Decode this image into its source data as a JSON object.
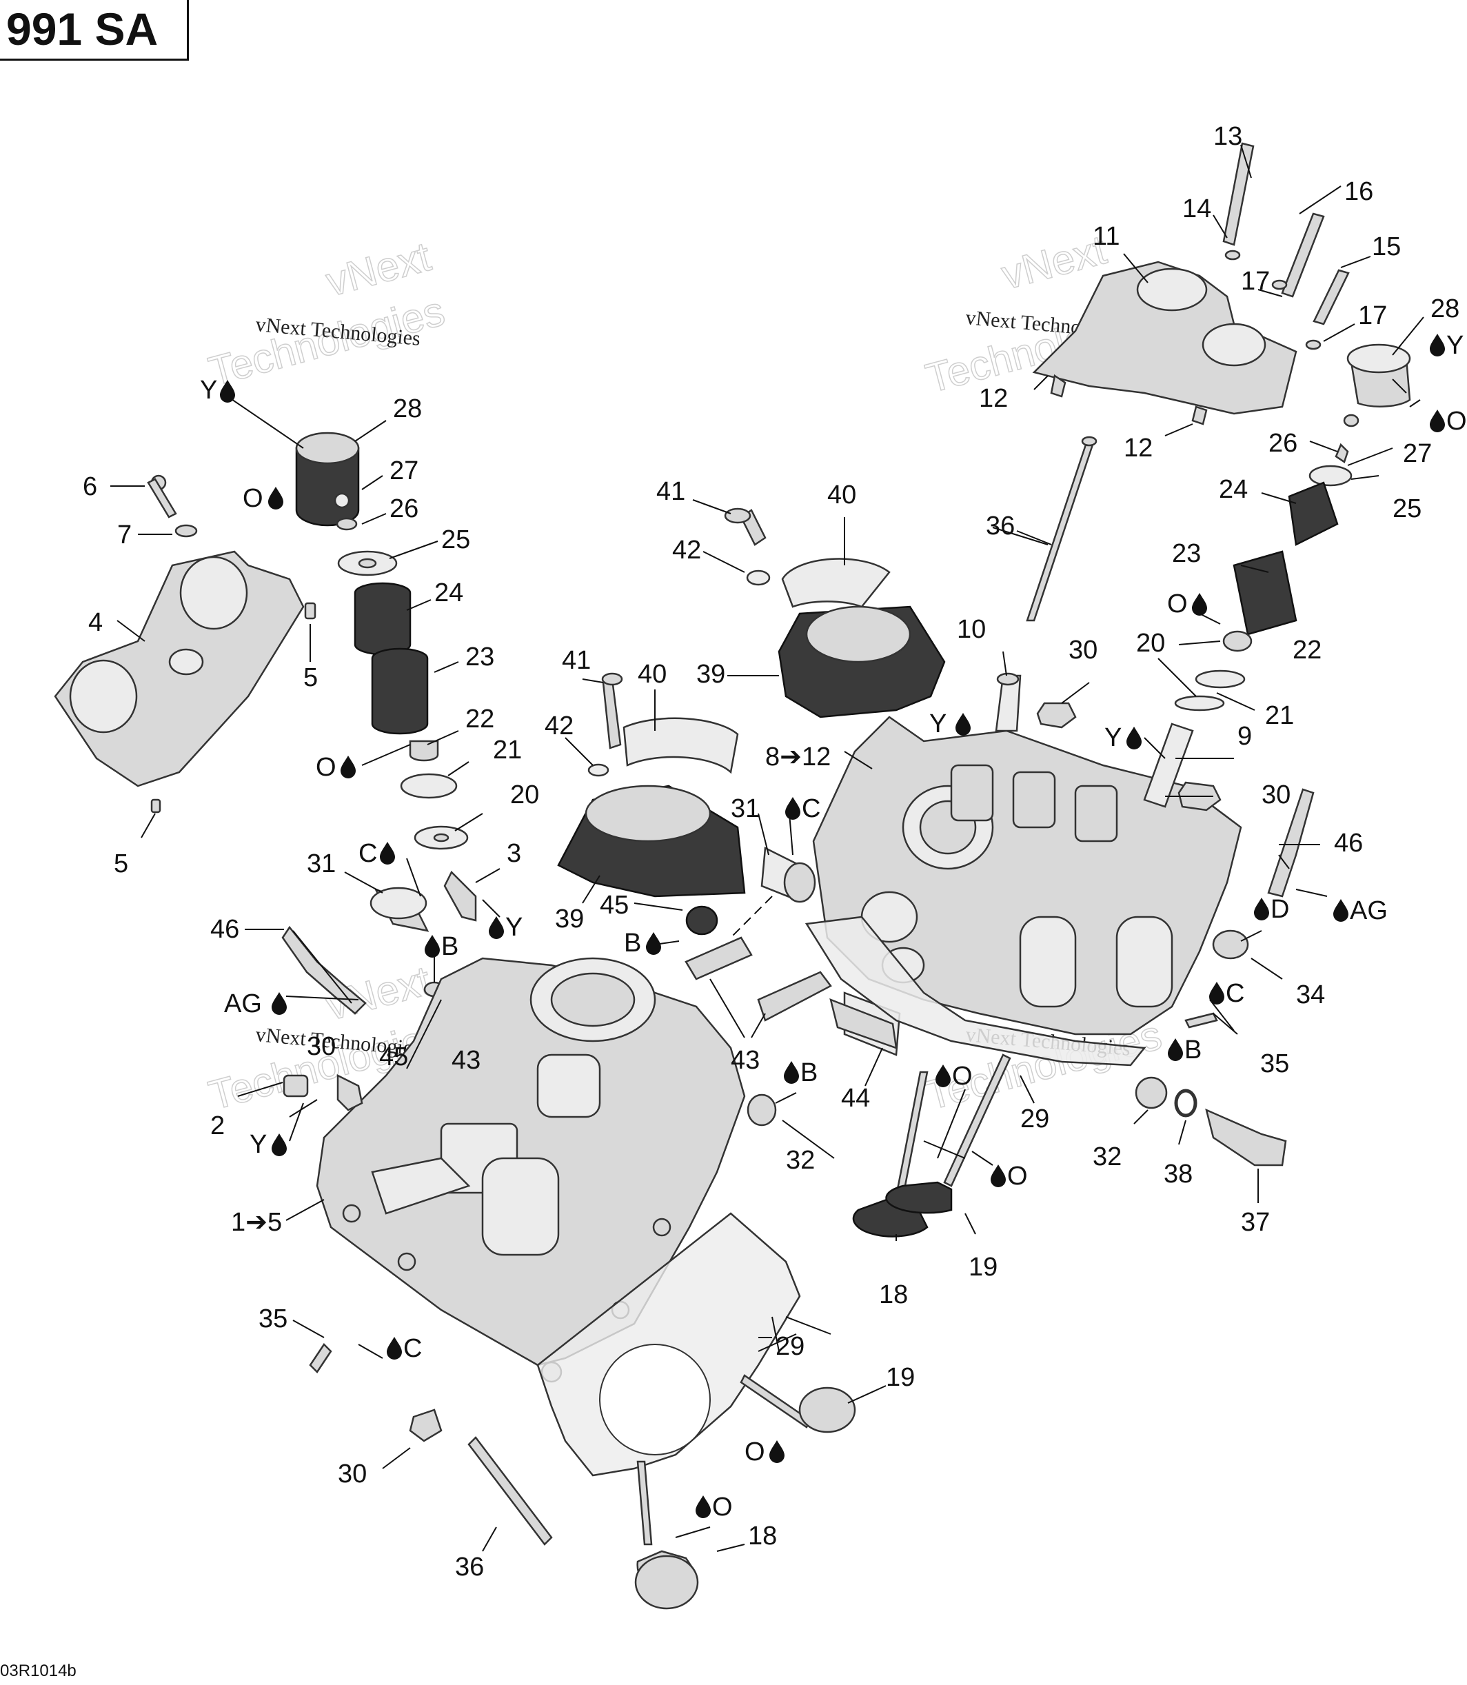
{
  "header": {
    "model_code": "991 SA"
  },
  "footer": {
    "ref_code": "03R1014b"
  },
  "watermark": {
    "text": "vNext Technologies"
  },
  "labels": {
    "p1to5": "1➔5",
    "p2": "2",
    "p3": "3",
    "p4": "4",
    "p5a": "5",
    "p5b": "5",
    "p6": "6",
    "p7": "7",
    "p8to12": "8➔12",
    "p9": "9",
    "p10": "10",
    "p11": "11",
    "p12a": "12",
    "p12b": "12",
    "p13": "13",
    "p14": "14",
    "p15": "15",
    "p16": "16",
    "p17a": "17",
    "p17b": "17",
    "p18a": "18",
    "p18b": "18",
    "p19a": "19",
    "p19b": "19",
    "p20a": "20",
    "p20b": "20",
    "p21a": "21",
    "p21b": "21",
    "p22a": "22",
    "p22b": "22",
    "p23a": "23",
    "p23b": "23",
    "p24a": "24",
    "p24b": "24",
    "p25a": "25",
    "p25b": "25",
    "p26a": "26",
    "p26b": "26",
    "p27a": "27",
    "p27b": "27",
    "p28a": "28",
    "p28b": "28",
    "p29a": "29",
    "p29b": "29",
    "p30a": "30",
    "p30b": "30",
    "p30c": "30",
    "p30d": "30",
    "p31a": "31",
    "p31b": "31",
    "p32a": "32",
    "p32b": "32",
    "p34": "34",
    "p35a": "35",
    "p35b": "35",
    "p36a": "36",
    "p36b": "36",
    "p37": "37",
    "p38": "38",
    "p39a": "39",
    "p39b": "39",
    "p40a": "40",
    "p40b": "40",
    "p41a": "41",
    "p41b": "41",
    "p42a": "42",
    "p42b": "42",
    "p43a": "43",
    "p43b": "43",
    "p44": "44",
    "p45a": "45",
    "p45b": "45",
    "p46a": "46",
    "p46b": "46"
  },
  "lube_marks": {
    "Y1": "Y",
    "Y2": "Y",
    "Y3": "Y",
    "Y4": "Y",
    "Y5": "Y",
    "Y6": "Y",
    "O1": "O",
    "O2": "O",
    "O3": "O",
    "O4": "O",
    "O5": "O",
    "O6": "O",
    "O7": "O",
    "O8": "O",
    "C1": "C",
    "C2": "C",
    "C3": "C",
    "C4": "C",
    "B1": "B",
    "B2": "B",
    "B3": "B",
    "B4": "B",
    "D1": "D",
    "AG1": "AG",
    "AG2": "AG"
  },
  "icons": {
    "lube_drop": "oil-drop-icon"
  }
}
